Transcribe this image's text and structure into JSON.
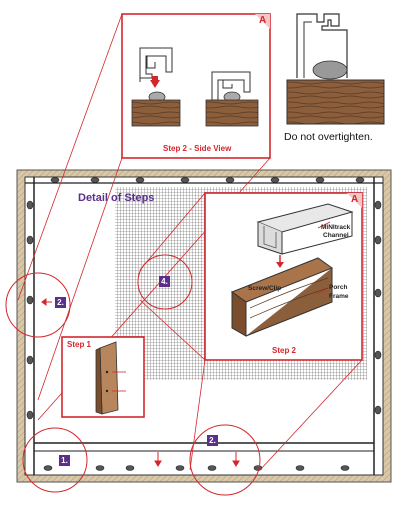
{
  "caption_overtighten": "Do not overtighten.",
  "detail_title": "Detail of Steps",
  "callout_side": {
    "badge": "A",
    "title": "Step 2 - Side View"
  },
  "callout_main": {
    "badge": "A",
    "title": "Step 2",
    "label_channel_line1": "MINItrack",
    "label_channel_line2": "Channel",
    "label_screw": "Screw/Clip",
    "label_porch_line1": "Porch",
    "label_porch_line2": "Frame"
  },
  "callout_step1": {
    "title": "Step 1"
  },
  "badges": {
    "left_step": "2.",
    "center_step": "4.",
    "bottom_left_step": "1.",
    "bottom_mid_step": "2."
  },
  "colors": {
    "accent_red": "#d3272c",
    "badge_purple": "#5b2f8a",
    "wood": "#8b5e3c",
    "frame_tan": "#d9c8a8"
  }
}
